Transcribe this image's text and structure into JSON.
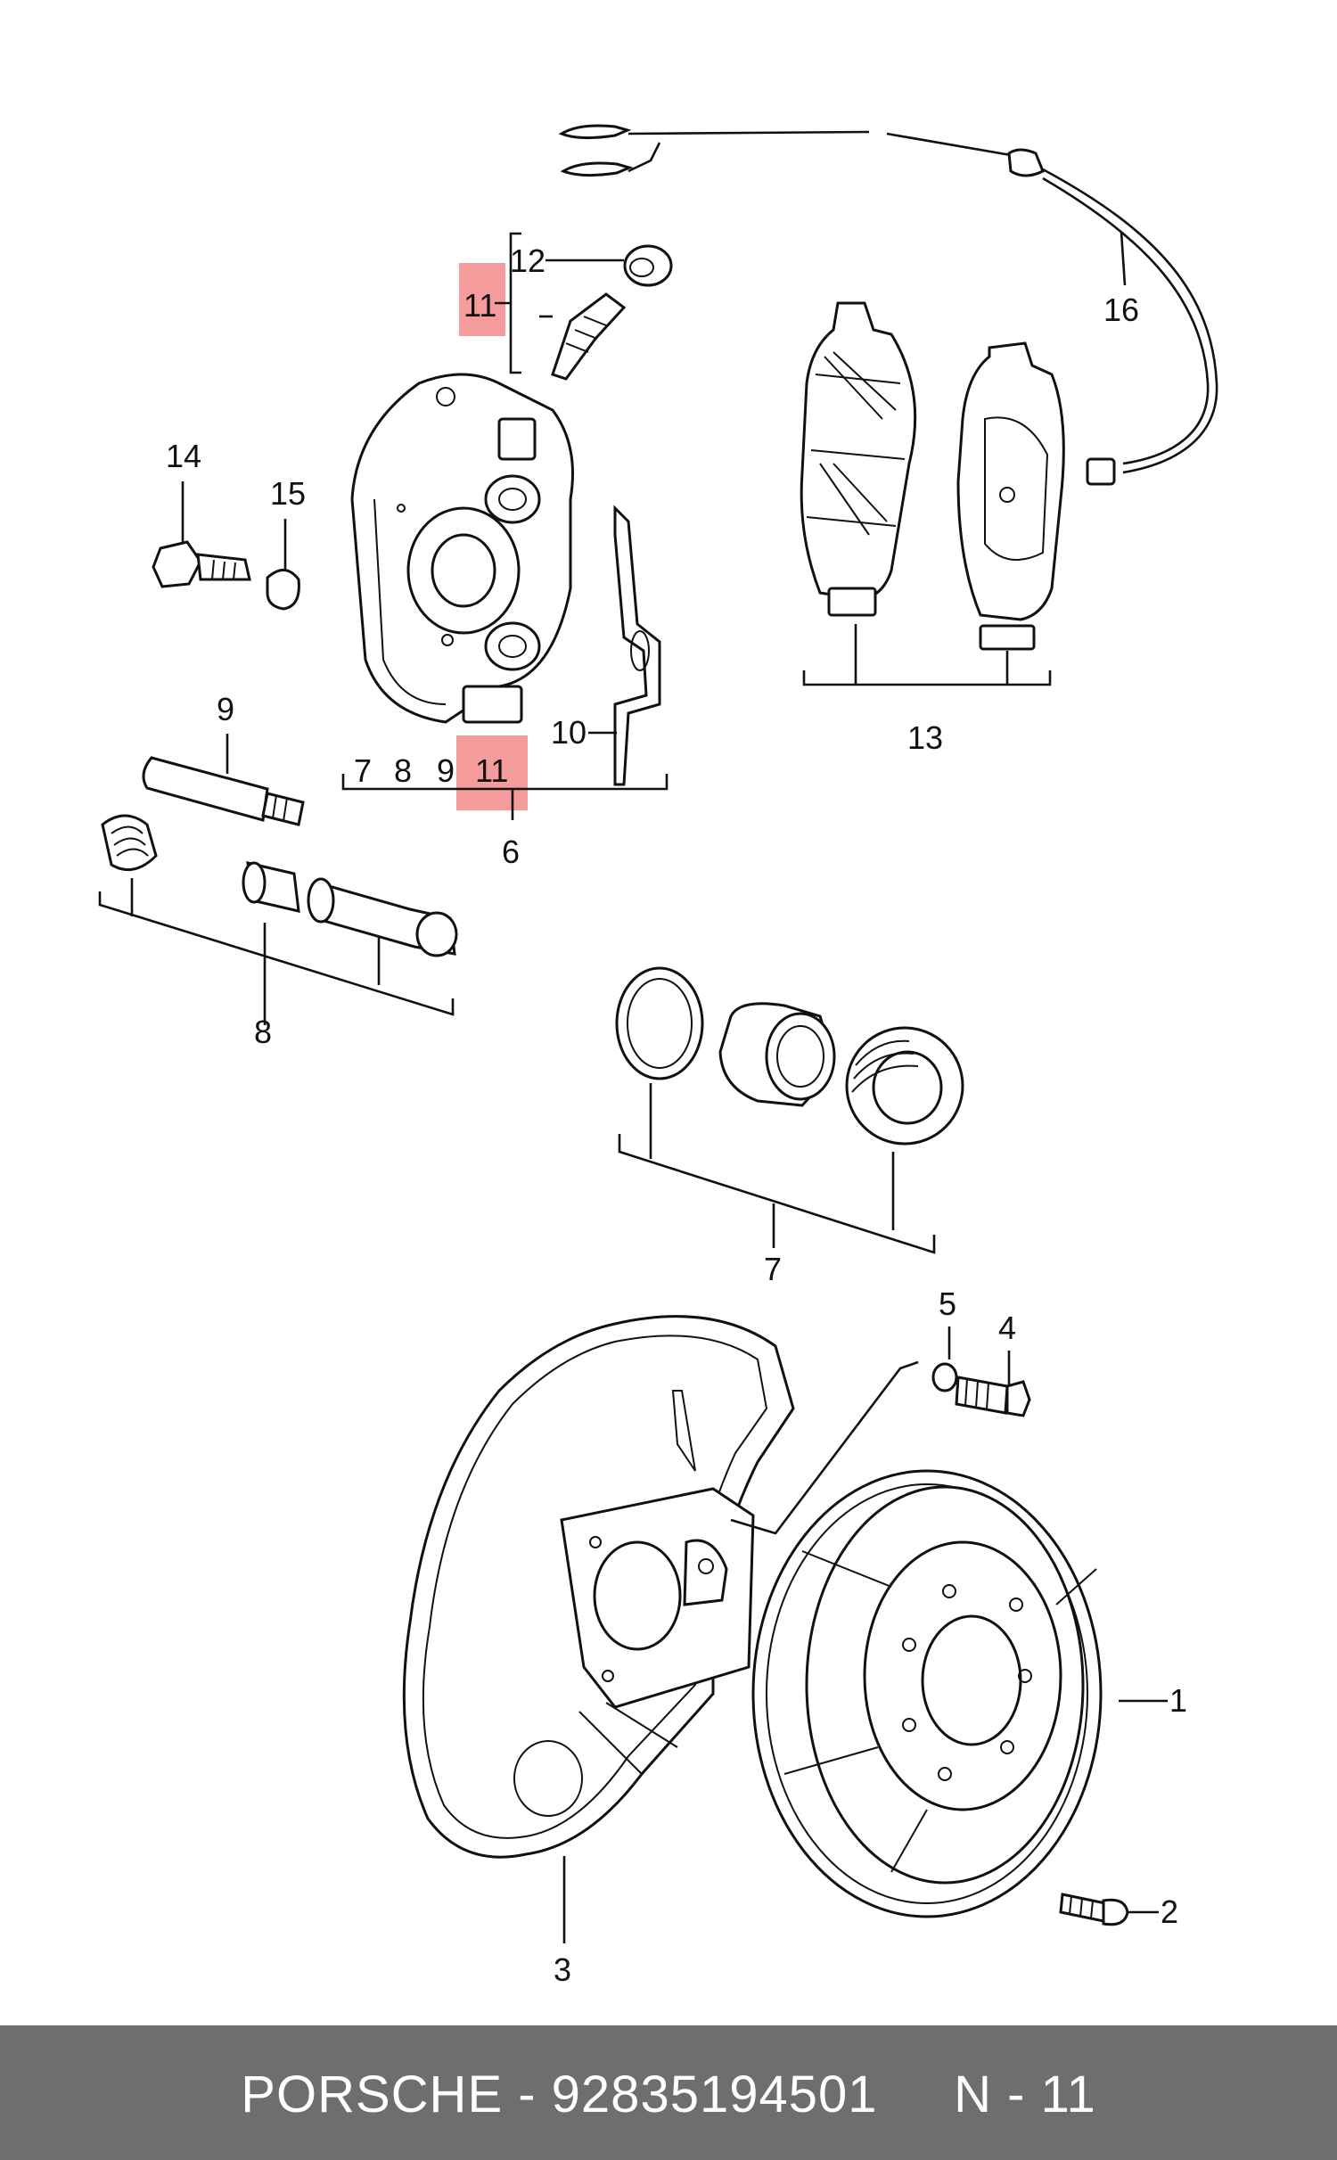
{
  "labels": {
    "p1": "1",
    "p2": "2",
    "p3": "3",
    "p4": "4",
    "p5": "5",
    "p6": "6",
    "p7": "7",
    "p8": "8",
    "p9": "9",
    "p10": "10",
    "p11": "11",
    "p12": "12",
    "p13": "13",
    "p14": "14",
    "p15": "15",
    "p16": "16",
    "group6_7": "7",
    "group6_8": "8",
    "group6_9": "9",
    "group6_11": "11"
  },
  "highlight_color": "#f07a7a",
  "footer": {
    "text": "PORSCHE - 92835194501     N - 11",
    "background": "#6e6e6e"
  }
}
